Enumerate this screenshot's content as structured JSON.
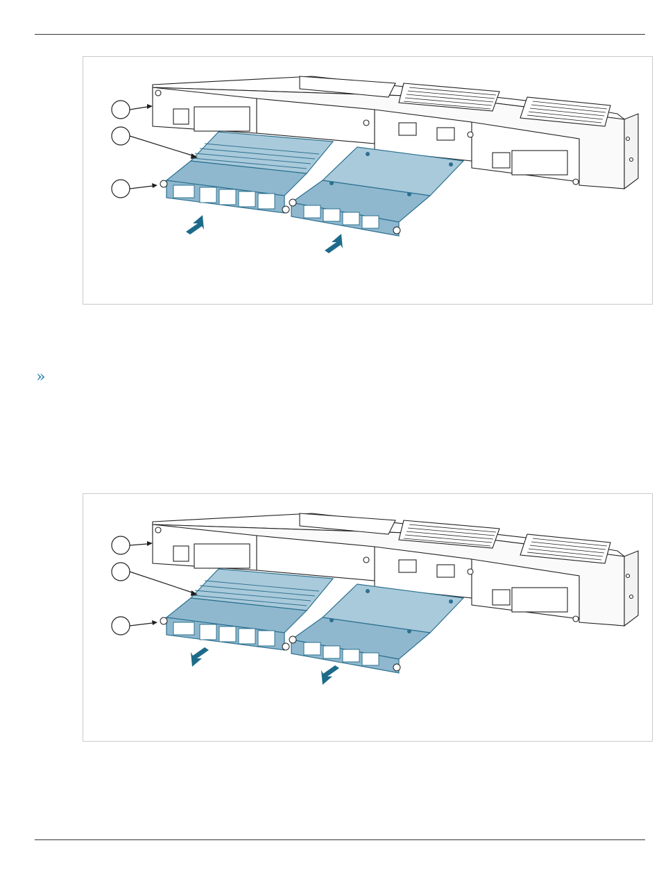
{
  "page": {
    "corner_mark": "‣",
    "step_marker": "»"
  },
  "figures": [
    {
      "name": "remove-modules-figure",
      "action": "remove",
      "callout_numbers": [
        "",
        "",
        ""
      ]
    },
    {
      "name": "insert-modules-figure",
      "action": "insert",
      "callout_numbers": [
        "",
        "",
        ""
      ]
    }
  ],
  "colors": {
    "module_fill": "#8fb8cf",
    "module_fill_light": "#a9cadb",
    "module_stroke": "#2b6f8e",
    "arrow": "#1d6a8a",
    "chassis_stroke": "#1f1f1f"
  }
}
